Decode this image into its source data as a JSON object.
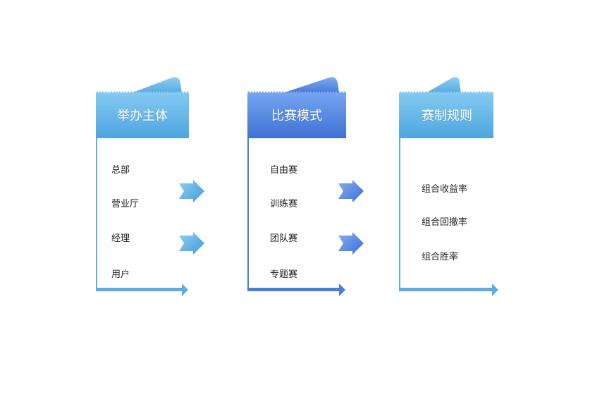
{
  "columns": [
    {
      "title": "举办主体",
      "items": [
        "总部",
        "营业厅",
        "经理",
        "用户"
      ],
      "color_top": "#7cc4ef",
      "color_bottom": "#4fa8e0"
    },
    {
      "title": "比赛模式",
      "items": [
        "自由赛",
        "训练赛",
        "团队赛",
        "专题赛"
      ],
      "color_top": "#6d9ef0",
      "color_bottom": "#3f74d6"
    },
    {
      "title": "赛制规则",
      "items": [
        "组合收益率",
        "组合回撤率",
        "组合胜率"
      ],
      "color_top": "#7cc4ef",
      "color_bottom": "#4fa8e0"
    }
  ],
  "arrows": [
    {
      "icon": "chevron-arrow-icon"
    },
    {
      "icon": "chevron-arrow-icon"
    },
    {
      "icon": "chevron-arrow-icon"
    },
    {
      "icon": "chevron-arrow-icon"
    }
  ]
}
